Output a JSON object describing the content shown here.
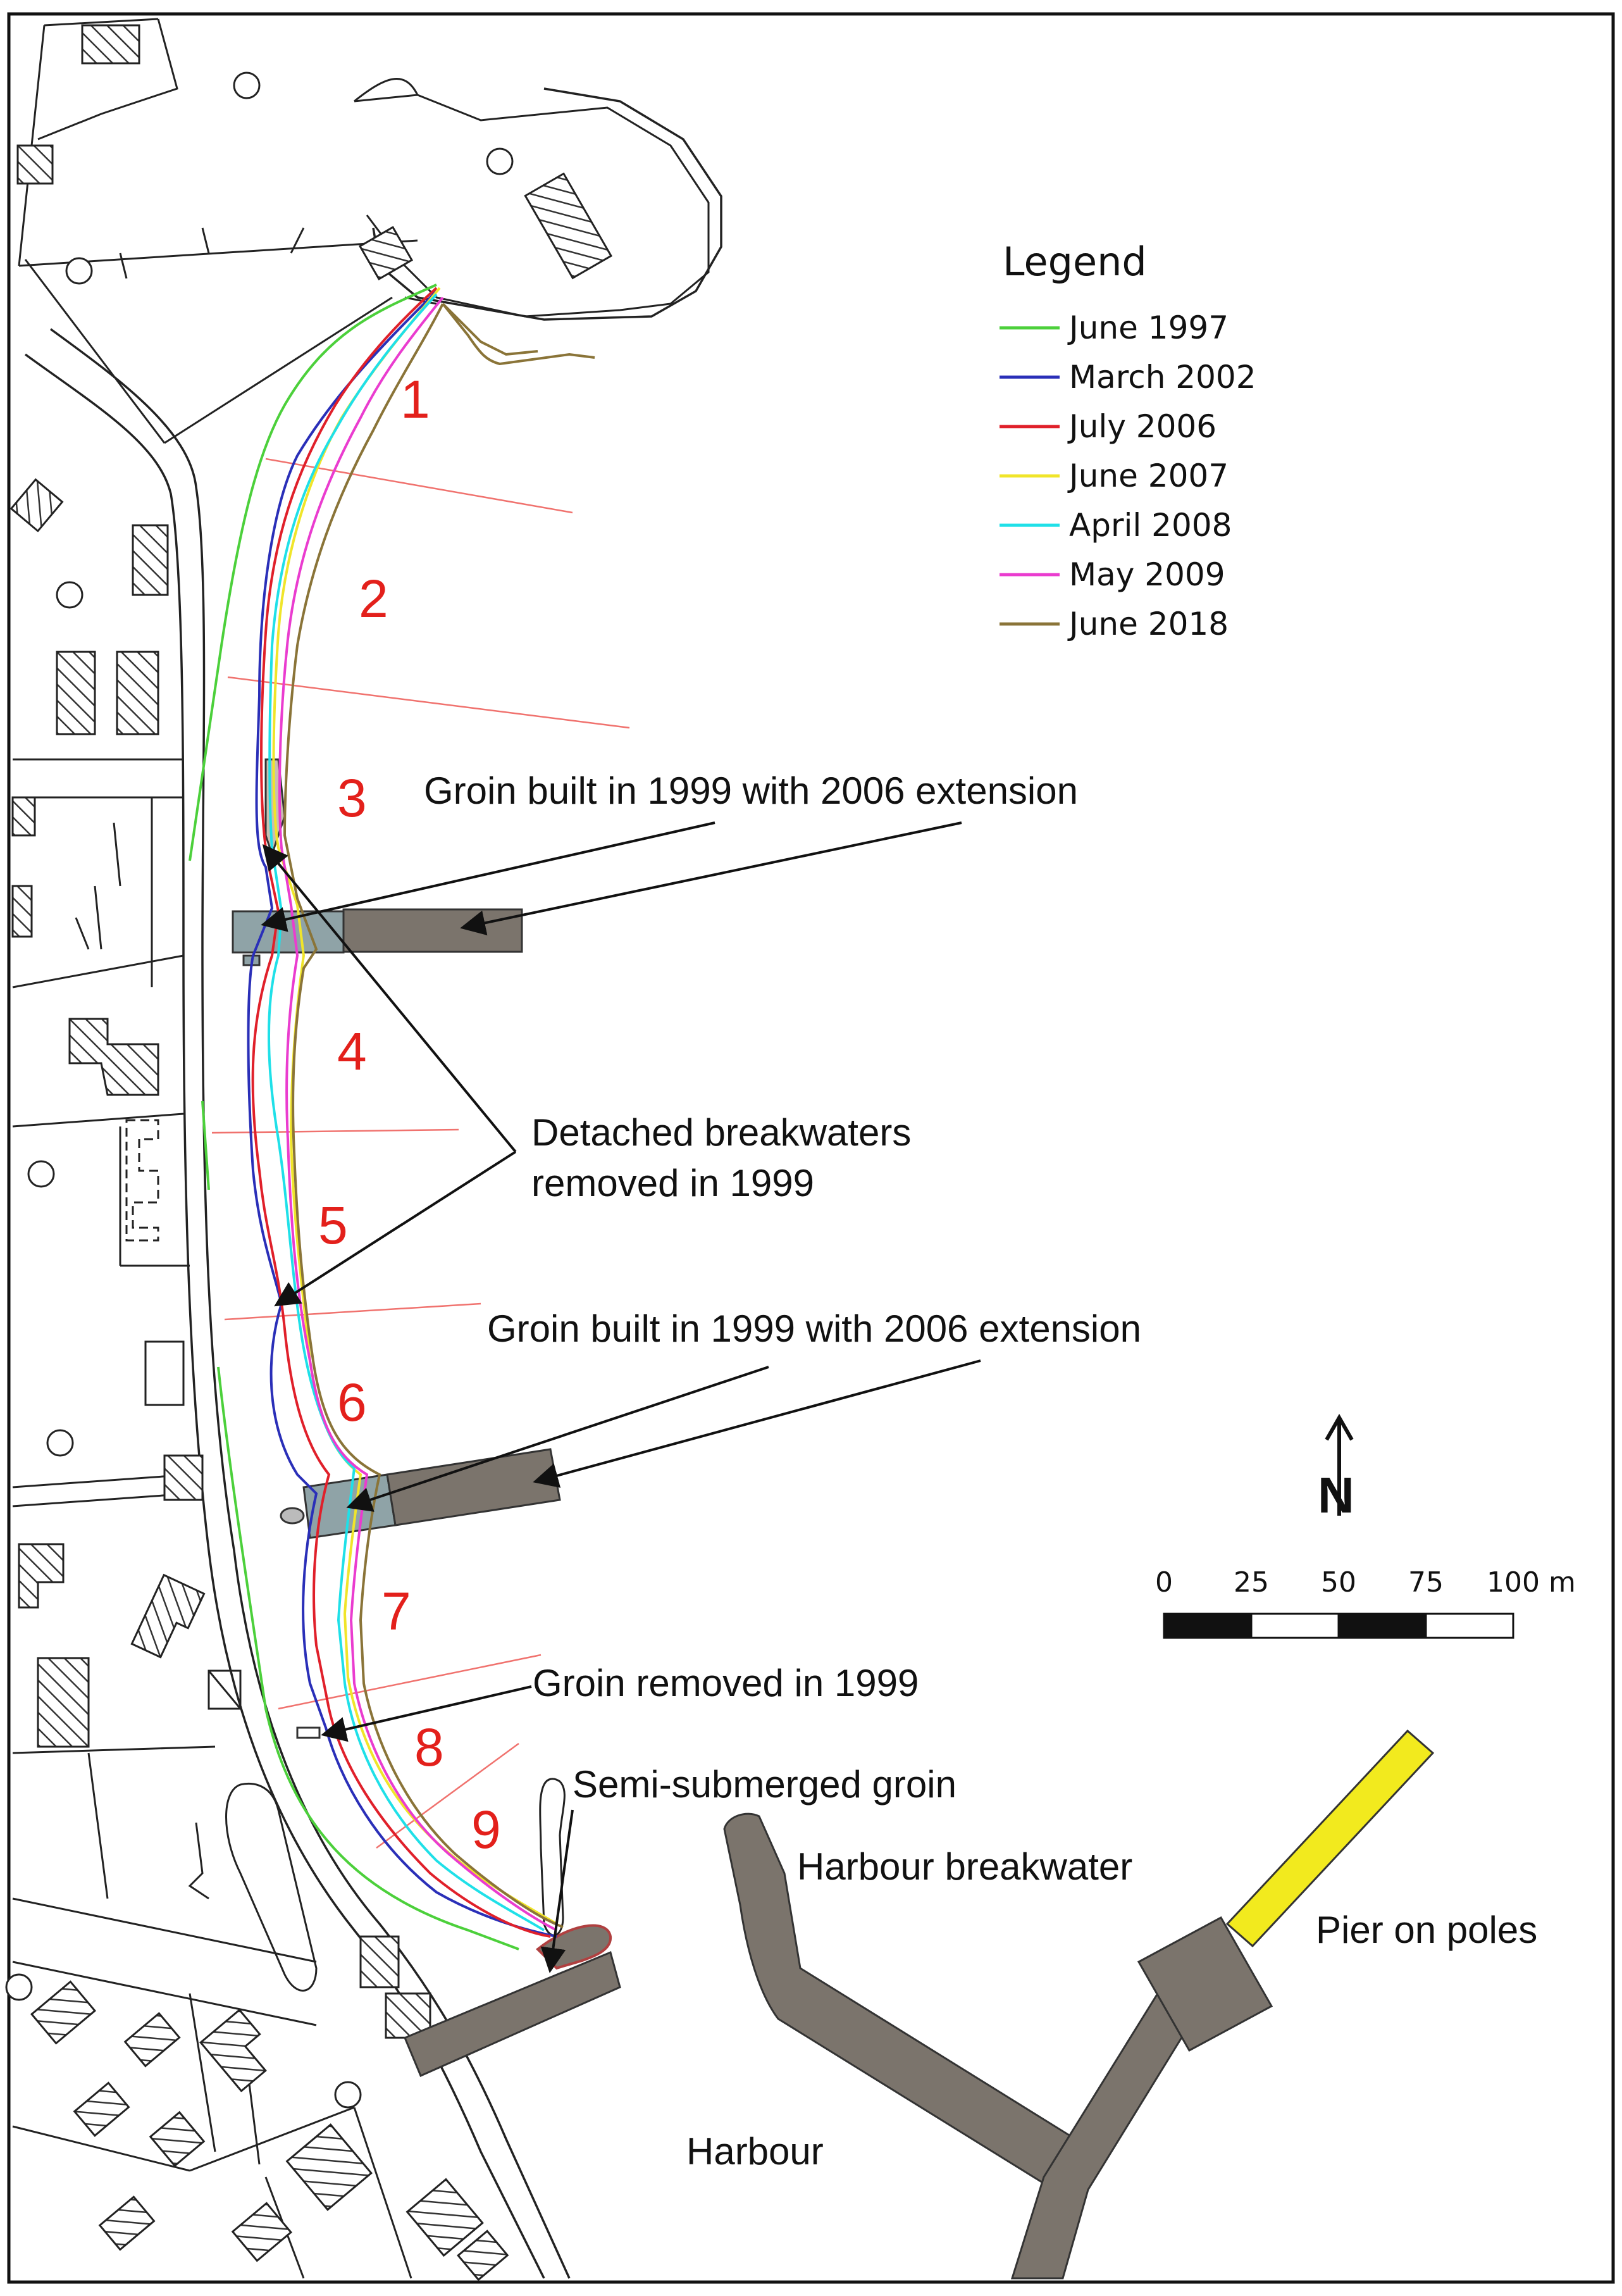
{
  "legend": {
    "title": "Legend",
    "items": [
      {
        "label": "June 1997",
        "color": "#4cd03b"
      },
      {
        "label": "March 2002",
        "color": "#2a2fb8"
      },
      {
        "label": "July 2006",
        "color": "#e0202a"
      },
      {
        "label": "June 2007",
        "color": "#f0e52a"
      },
      {
        "label": "April 2008",
        "color": "#1fe0e8"
      },
      {
        "label": "May 2009",
        "color": "#ea3ccf"
      },
      {
        "label": "June 2018",
        "color": "#8a7438"
      }
    ]
  },
  "segments": [
    "1",
    "2",
    "3",
    "4",
    "5",
    "6",
    "7",
    "8",
    "9"
  ],
  "annotations": {
    "groin_1": "Groin built in 1999 with 2006 extension",
    "detached_line1": "Detached breakwaters",
    "detached_line2": "removed in 1999",
    "groin_2": "Groin built in 1999 with 2006 extension",
    "groin_removed": "Groin removed in 1999",
    "semi_submerged": "Semi-submerged groin",
    "harbour_breakwater": "Harbour breakwater",
    "pier": "Pier on poles",
    "harbour": "Harbour"
  },
  "north_arrow": {
    "label": "N",
    "icon": "north-arrow-icon"
  },
  "scale_bar": {
    "ticks": [
      "0",
      "25",
      "50",
      "75",
      "100 m"
    ],
    "unit": "m"
  },
  "colors": {
    "segment_numbers": "#e3201b",
    "profile_lines": "#f0726e",
    "new_structure": "#7b746c",
    "old_structure": "#8fa3a7",
    "pier": "#f2ea1e"
  }
}
